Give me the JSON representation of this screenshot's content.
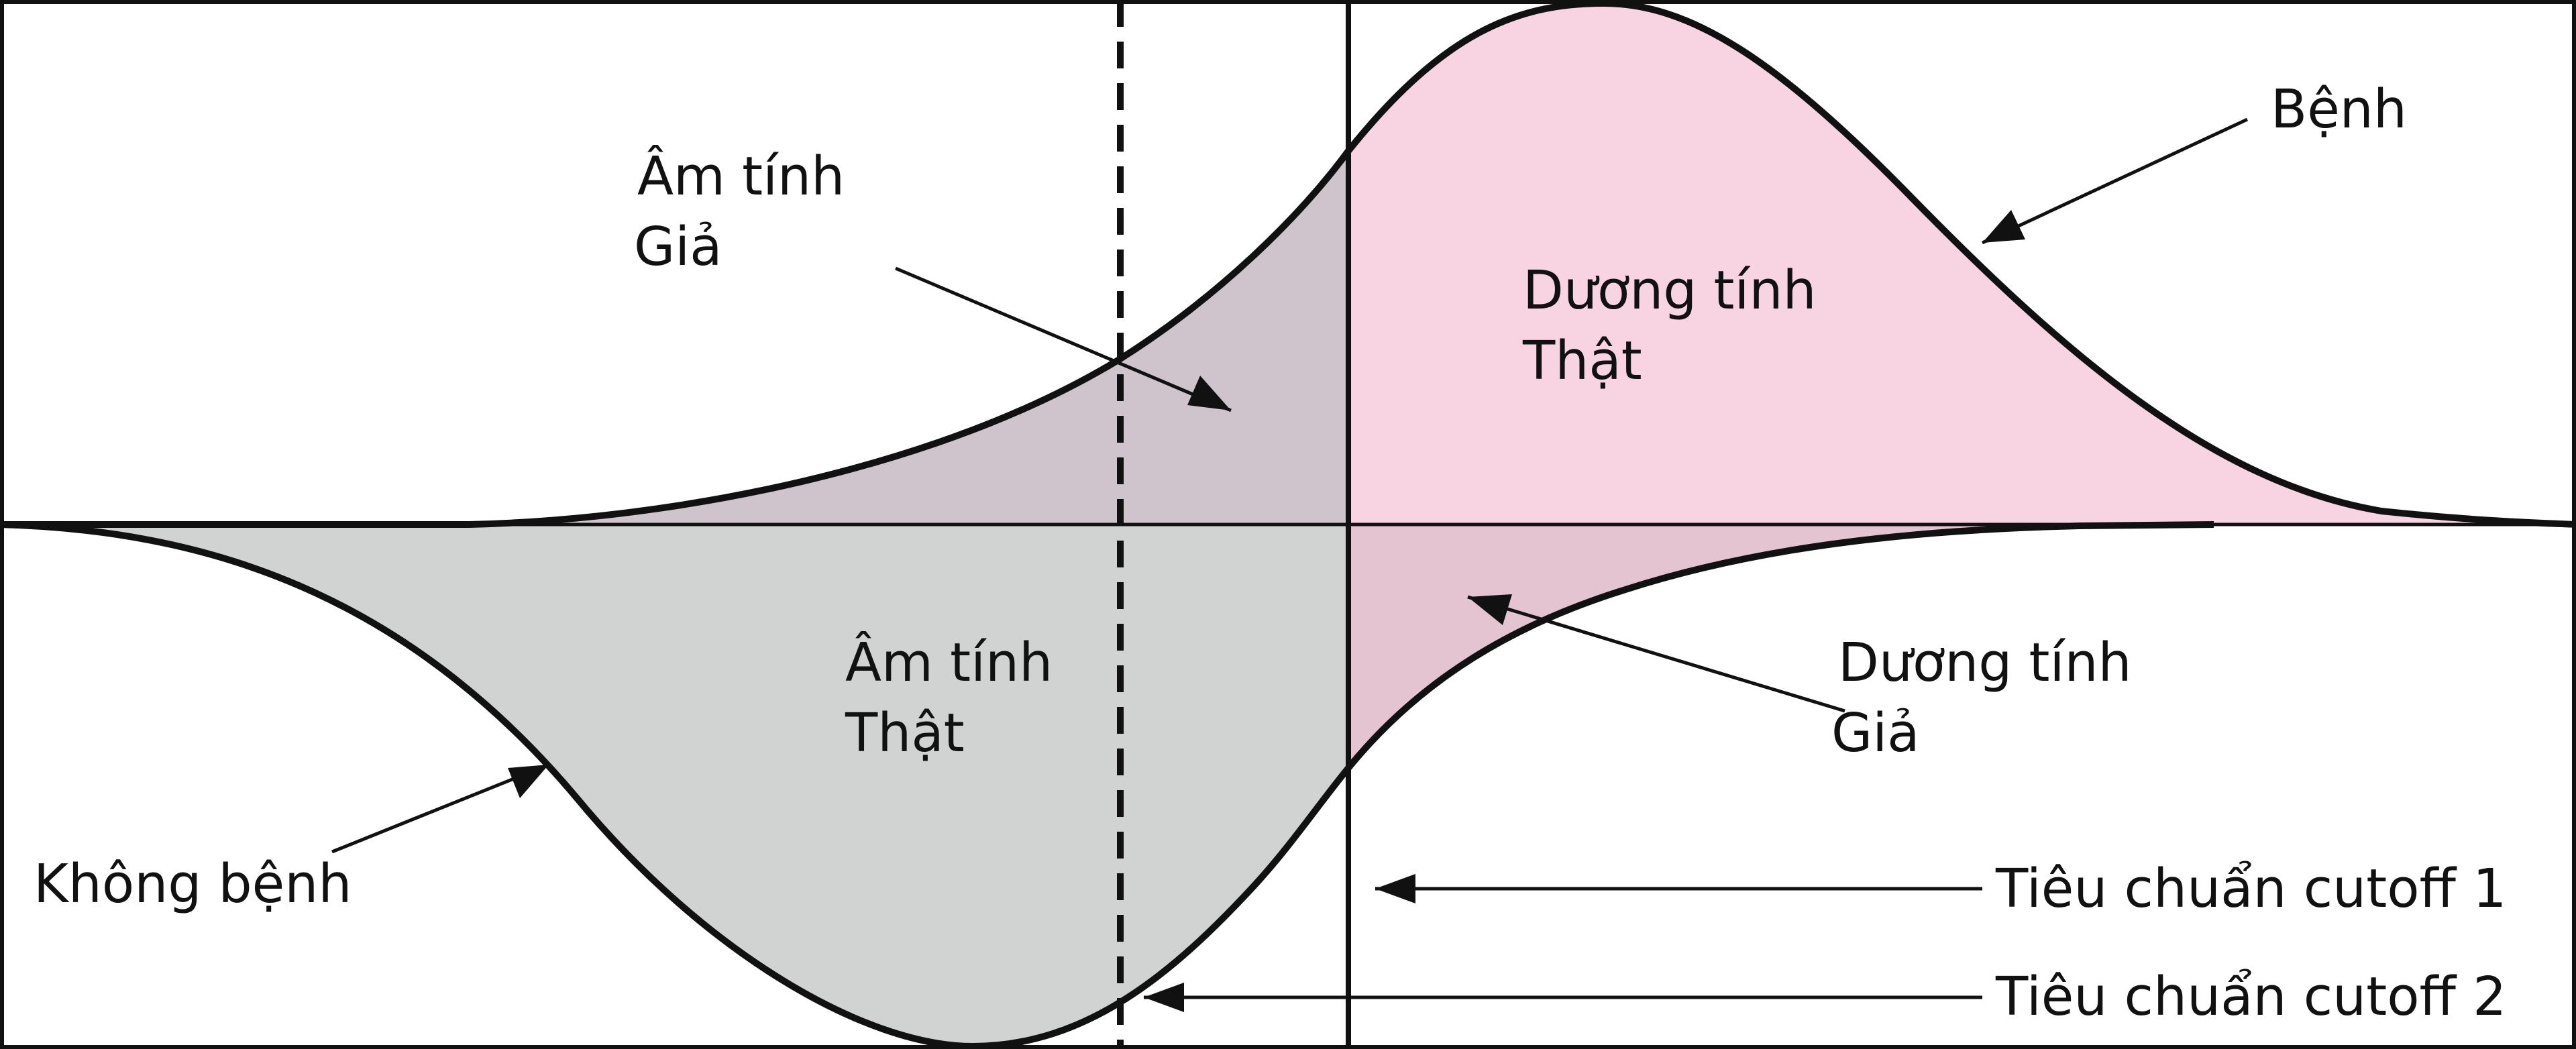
{
  "labels": {
    "false_negative_line1": "Âm tính",
    "false_negative_line2": "Giả",
    "true_positive_line1": "Dương tính",
    "true_positive_line2": "Thật",
    "true_negative_line1": "Âm tính",
    "true_negative_line2": "Thật",
    "false_positive_line1": "Dương tính",
    "false_positive_line2": "Giả",
    "disease": "Bệnh",
    "no_disease": "Không bệnh",
    "cutoff_1": "Tiêu chuẩn cutoff 1",
    "cutoff_2": "Tiêu chuẩn cutoff 2"
  },
  "colors": {
    "disease_fill": "#f8d3e1",
    "false_negative_fill": "#cfc4cc",
    "no_disease_fill": "#d1d3d3",
    "false_positive_fill": "#e5c4d2",
    "stroke": "#111111"
  }
}
